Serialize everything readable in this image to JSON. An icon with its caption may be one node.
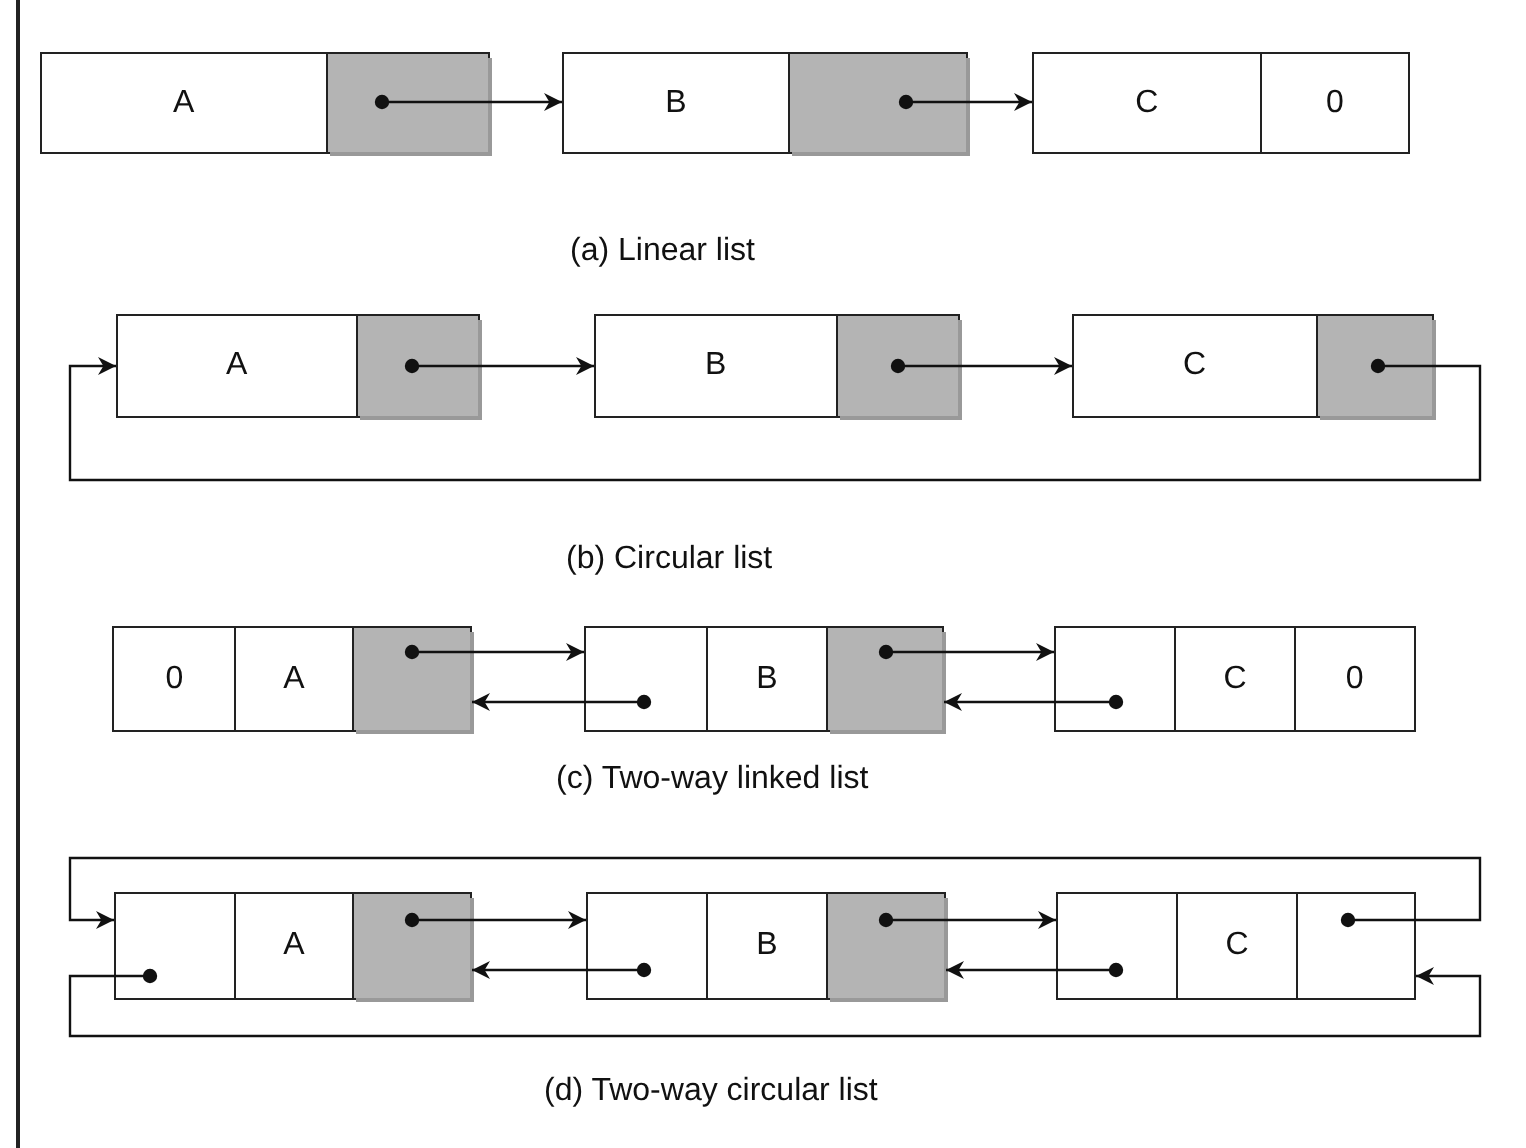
{
  "diagram": {
    "nodes": [
      {
        "text": [
          "A"
        ]
      },
      {
        "text": [
          "B"
        ]
      },
      {
        "text": [
          "C",
          "0"
        ]
      },
      {
        "text": [
          "A"
        ]
      },
      {
        "text": [
          "B"
        ]
      },
      {
        "text": [
          "C"
        ]
      },
      {
        "text": [
          "0",
          "A"
        ]
      },
      {
        "text": [
          "B"
        ]
      },
      {
        "text": [
          "C",
          "0"
        ]
      },
      {
        "text": [
          "A"
        ]
      },
      {
        "text": [
          "B"
        ]
      },
      {
        "text": [
          "C"
        ]
      }
    ],
    "edges": [
      {
        "from": 0,
        "to": 1,
        "arrow": "to"
      },
      {
        "from": 1,
        "to": 2,
        "arrow": "to"
      },
      {
        "from": 3,
        "to": 4,
        "arrow": "to"
      },
      {
        "from": 4,
        "to": 5,
        "arrow": "to"
      },
      {
        "from": 5,
        "to": 3,
        "arrow": "to"
      },
      {
        "from": 6,
        "to": 7,
        "arrow": "to"
      },
      {
        "from": 7,
        "to": 6,
        "arrow": "to"
      },
      {
        "from": 7,
        "to": 8,
        "arrow": "to"
      },
      {
        "from": 8,
        "to": 7,
        "arrow": "to"
      },
      {
        "from": 9,
        "to": 10,
        "arrow": "to"
      },
      {
        "from": 10,
        "to": 9,
        "arrow": "to"
      },
      {
        "from": 10,
        "to": 11,
        "arrow": "to"
      },
      {
        "from": 11,
        "to": 10,
        "arrow": "to"
      },
      {
        "from": 11,
        "to": 9,
        "arrow": "to"
      },
      {
        "from": 9,
        "to": 11,
        "arrow": "to"
      }
    ],
    "labels": [
      "(a) Linear list",
      "(b) Circular list",
      "(c) Two-way linked list",
      "(d) Two-way circular list"
    ]
  }
}
